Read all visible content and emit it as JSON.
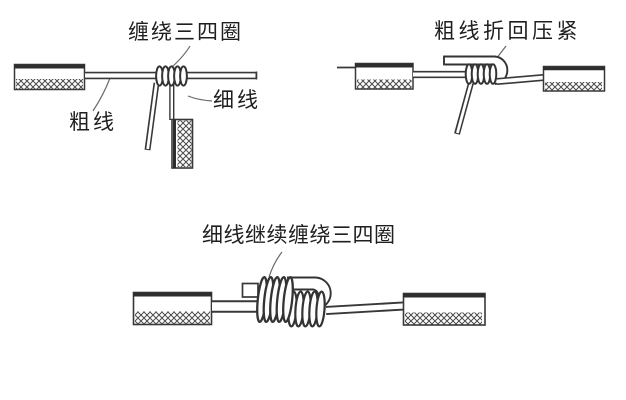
{
  "figure": {
    "background": "#ffffff",
    "ink_color": "#383838",
    "leader_color": "#6a6a6a",
    "panels": {
      "step1": {
        "title": "缠绕三四圈",
        "label_thick_wire": "粗线",
        "label_thin_wire": "细线"
      },
      "step2": {
        "title": "粗线折回压紧"
      },
      "step3": {
        "title": "细线继续缠绕三四圈"
      }
    }
  }
}
